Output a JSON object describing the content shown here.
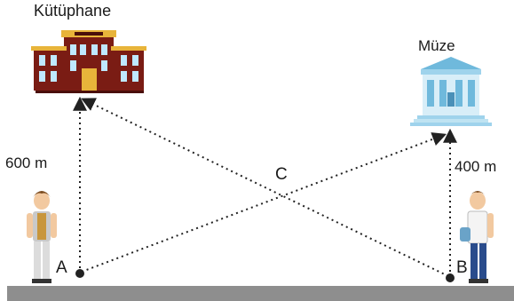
{
  "labels": {
    "library": "Kütüphane",
    "museum": "Müze",
    "distance_a_to_library": "600 m",
    "distance_b_to_museum": "400 m",
    "intersection": "C",
    "point_a": "A",
    "point_b": "B"
  },
  "colors": {
    "library_brick": "#7a1c14",
    "library_roof": "#e8b43a",
    "museum_body": "#bfe3f2",
    "museum_roof": "#6fb9dc",
    "ground": "#8e8e8e",
    "path": "#222222"
  },
  "icons": [
    "library-building-icon",
    "museum-building-icon",
    "student-boy-icon",
    "student-boy-with-bag-icon"
  ]
}
